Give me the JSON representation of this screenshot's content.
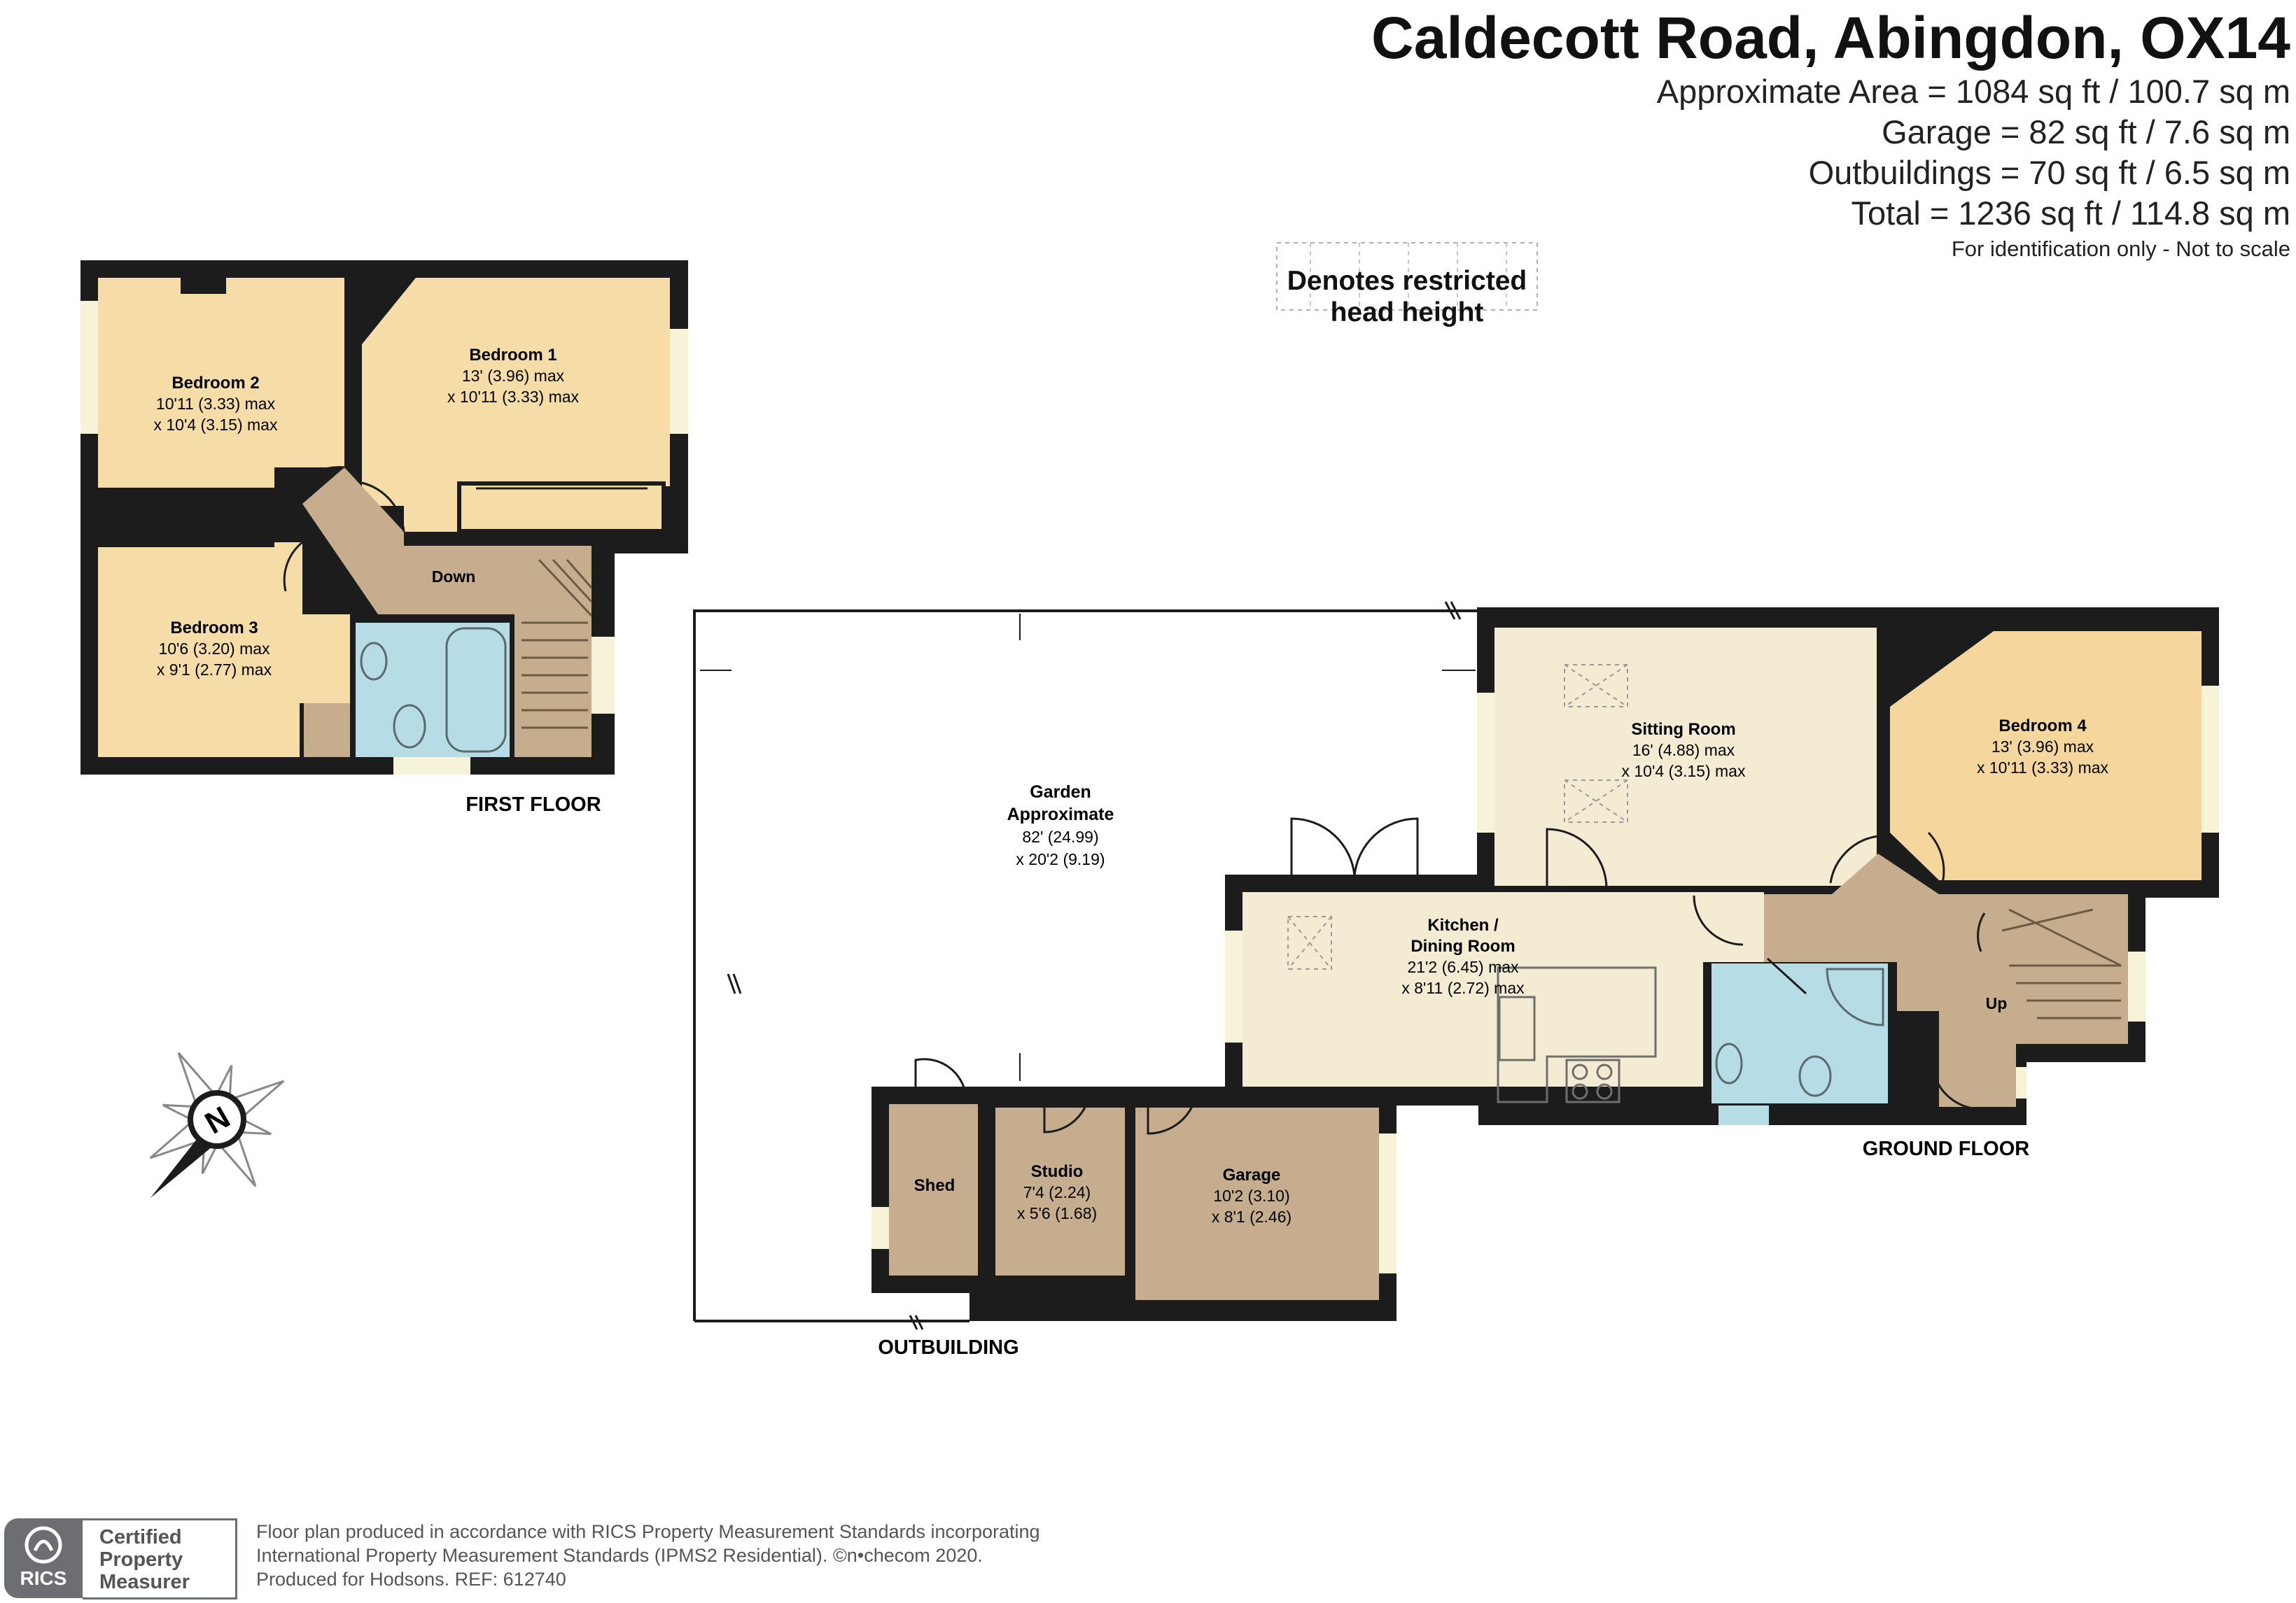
{
  "header": {
    "title": "Caldecott Road, Abingdon, OX14",
    "area_lines": [
      "Approximate Area = 1084 sq ft / 100.7 sq m",
      "Garage = 82 sq ft / 7.6 sq m",
      "Outbuildings = 70 sq ft / 6.5 sq m",
      "Total = 1236 sq ft / 114.8 sq m"
    ],
    "disclaimer": "For identification only - Not to scale"
  },
  "legend": {
    "line1": "Denotes restricted",
    "line2": "head height"
  },
  "floors": {
    "first": "FIRST FLOOR",
    "ground": "GROUND FLOOR",
    "outbuilding": "OUTBUILDING"
  },
  "rooms": {
    "bedroom2": {
      "name": "Bedroom 2",
      "dim1": "10'11 (3.33) max",
      "dim2": "x 10'4 (3.15) max"
    },
    "bedroom1": {
      "name": "Bedroom 1",
      "dim1": "13' (3.96) max",
      "dim2": "x 10'11 (3.33) max"
    },
    "bedroom3": {
      "name": "Bedroom 3",
      "dim1": "10'6 (3.20) max",
      "dim2": "x 9'1 (2.77) max"
    },
    "landing": {
      "label": "Down"
    },
    "garden": {
      "name1": "Garden",
      "name2": "Approximate",
      "dim1": "82' (24.99)",
      "dim2": "x 20'2 (9.19)"
    },
    "sitting": {
      "name": "Sitting Room",
      "dim1": "16' (4.88) max",
      "dim2": "x 10'4 (3.15) max"
    },
    "bedroom4": {
      "name": "Bedroom 4",
      "dim1": "13' (3.96) max",
      "dim2": "x 10'11 (3.33) max"
    },
    "kitchen": {
      "name1": "Kitchen /",
      "name2": "Dining Room",
      "dim1": "21'2 (6.45) max",
      "dim2": "x 8'11 (2.72) max"
    },
    "hall": {
      "label": "Up"
    },
    "shed": {
      "name": "Shed"
    },
    "studio": {
      "name": "Studio",
      "dim1": "7'4 (2.24)",
      "dim2": "x 5'6 (1.68)"
    },
    "garage": {
      "name": "Garage",
      "dim1": "10'2 (3.10)",
      "dim2": "x 8'1 (2.46)"
    }
  },
  "compass": {
    "letter": "N"
  },
  "footer": {
    "lines": [
      "Floor plan produced in accordance with RICS Property Measurement Standards incorporating",
      "International Property Measurement Standards (IPMS2 Residential).  ©n•checom 2020.",
      "Produced for Hodsons.   REF: 612740"
    ],
    "badge_lines": [
      "Certified",
      "Property",
      "Measurer"
    ],
    "logo": "RICS"
  },
  "colors": {
    "wall": "#1c1c1c",
    "bedroom": "#f6dca6",
    "bedroom_alt": "#f5d79e",
    "reception": "#f4ecd2",
    "bathroom": "#b6dde6",
    "circulation": "#c6ad8d",
    "outbuilding": "#c6ad8d",
    "window": "#f7f3d8"
  }
}
